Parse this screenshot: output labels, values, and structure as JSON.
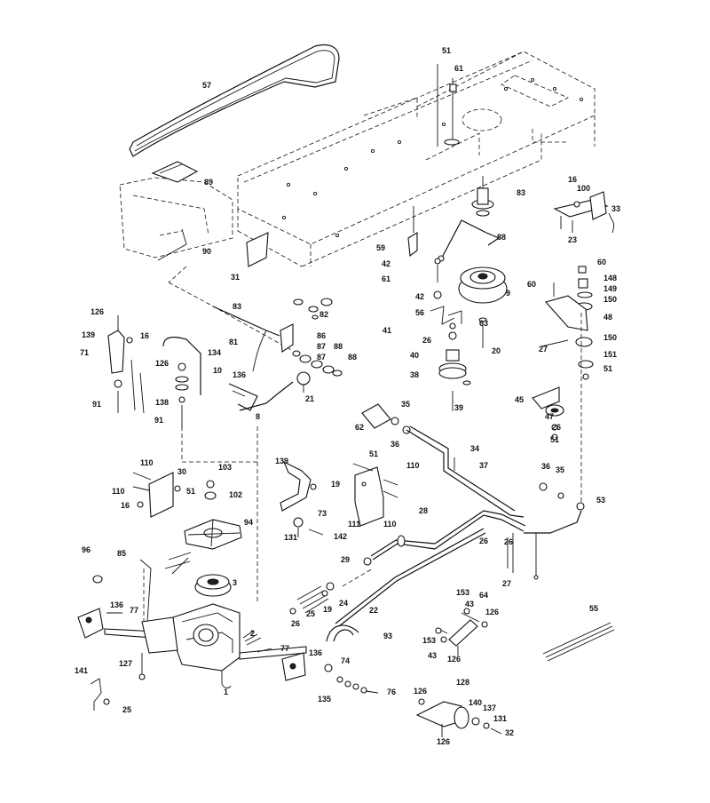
{
  "diagram": {
    "part_numbers": [
      "57",
      "89",
      "90",
      "31",
      "51",
      "61",
      "83",
      "59",
      "42",
      "61",
      "88",
      "42",
      "56",
      "41",
      "26",
      "40",
      "38",
      "9",
      "20",
      "63",
      "16",
      "100",
      "33",
      "23",
      "60",
      "60",
      "148",
      "149",
      "150",
      "48",
      "27",
      "150",
      "151",
      "51",
      "45",
      "47",
      "26",
      "51",
      "126",
      "139",
      "16",
      "71",
      "126",
      "134",
      "136",
      "91",
      "138",
      "91",
      "83",
      "82",
      "81",
      "86",
      "87",
      "88",
      "87",
      "88",
      "10",
      "8",
      "21",
      "62",
      "35",
      "36",
      "34",
      "37",
      "26",
      "39",
      "36",
      "35",
      "53",
      "110",
      "30",
      "110",
      "51",
      "16",
      "103",
      "102",
      "94",
      "139",
      "19",
      "73",
      "131",
      "142",
      "51",
      "110",
      "111",
      "110",
      "28",
      "29",
      "26",
      "27",
      "96",
      "85",
      "136",
      "77",
      "3",
      "1",
      "2",
      "127",
      "141",
      "25",
      "77",
      "136",
      "74",
      "135",
      "76",
      "25",
      "19",
      "24",
      "26",
      "22",
      "93",
      "153",
      "43",
      "64",
      "126",
      "153",
      "43",
      "126",
      "55",
      "126",
      "128",
      "140",
      "137",
      "131",
      "32",
      "126"
    ]
  }
}
